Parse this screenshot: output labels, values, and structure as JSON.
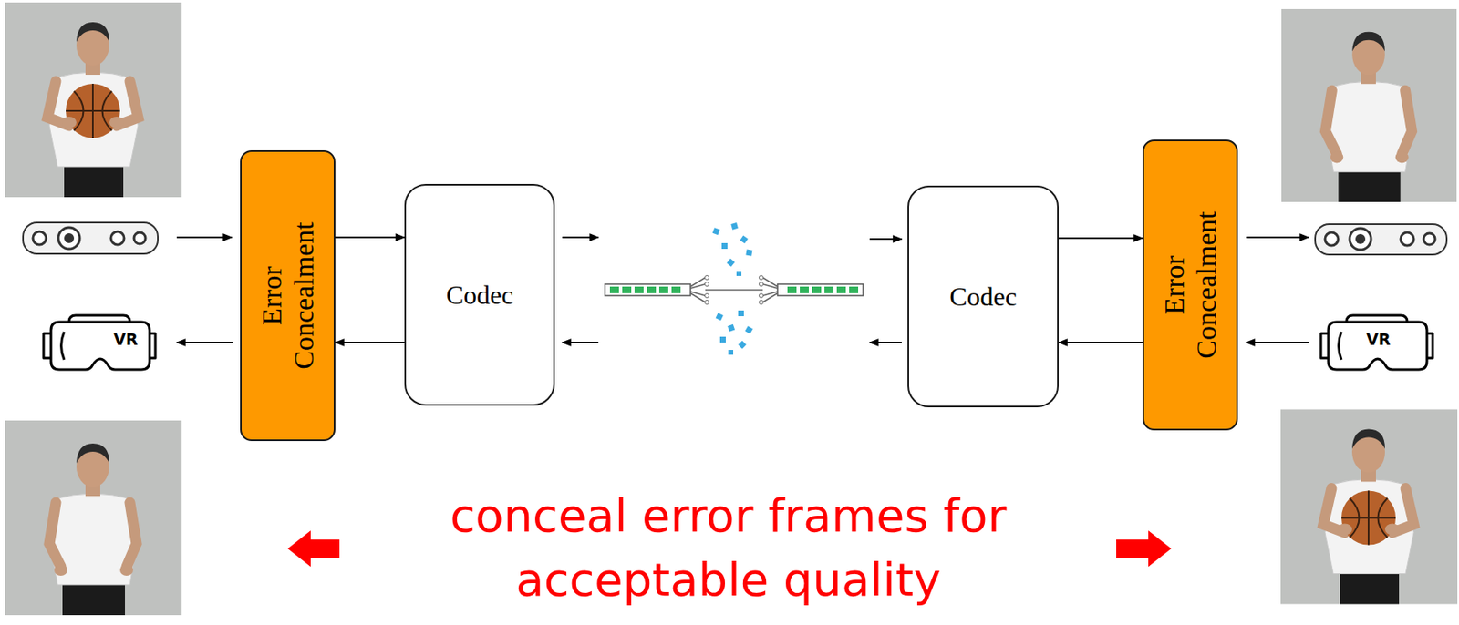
{
  "diagram": {
    "nodes": [
      {
        "text": [
          "Error Concealment"
        ]
      },
      {
        "text": [
          "Codec"
        ]
      },
      {
        "text": [
          "Codec"
        ]
      },
      {
        "text": [
          "Error Concealment"
        ]
      }
    ],
    "edges": [
      {
        "from": 0,
        "to": 1,
        "arrow": "to"
      },
      {
        "from": 1,
        "to": 0,
        "arrow": "to"
      },
      {
        "from": 2,
        "to": 3,
        "arrow": "to"
      },
      {
        "from": 3,
        "to": 2,
        "arrow": "to"
      }
    ],
    "labels": [
      "VR",
      "VR",
      "conceal error frames for acceptable quality"
    ]
  }
}
